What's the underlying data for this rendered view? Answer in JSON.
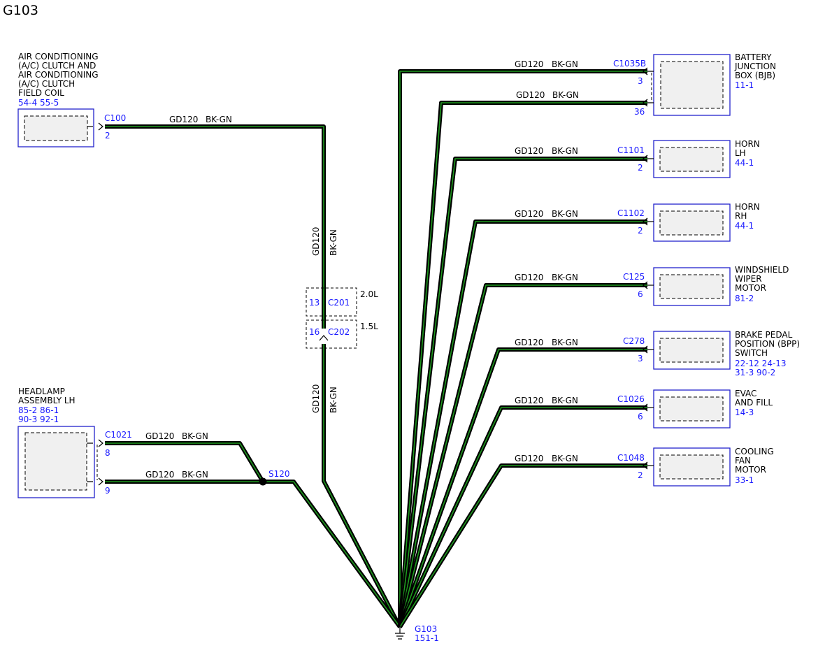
{
  "title": "G103",
  "wire": {
    "circuit": "GD120",
    "color": "BK-GN"
  },
  "ground": {
    "name": "G103",
    "page": "151-1"
  },
  "splice": {
    "name": "S120"
  },
  "inline_connectors": [
    {
      "pin": "13",
      "name": "C201",
      "engine": "2.0L"
    },
    {
      "pin": "16",
      "name": "C202",
      "engine": "1.5L"
    }
  ],
  "left_components": [
    {
      "id": "ac-clutch",
      "label_lines": [
        "AIR CONDITIONING",
        "(A/C) CLUTCH AND",
        "AIR CONDITIONING",
        "(A/C) CLUTCH",
        "FIELD COIL"
      ],
      "refs": "54-4  55-5",
      "connector": "C100",
      "pins": [
        "2"
      ]
    },
    {
      "id": "headlamp-lh",
      "label_lines": [
        "HEADLAMP",
        "ASSEMBLY LH"
      ],
      "refs_lines": [
        "85-2  86-1",
        "90-3  92-1"
      ],
      "connector": "C1021",
      "pins": [
        "8",
        "9"
      ]
    }
  ],
  "right_components": [
    {
      "id": "bjb",
      "label_lines": [
        "BATTERY",
        "JUNCTION",
        "BOX (BJB)"
      ],
      "refs_lines": [
        "11-1"
      ],
      "connector": "C1035B",
      "pins": [
        "3",
        "36"
      ]
    },
    {
      "id": "horn-lh",
      "label_lines": [
        "HORN",
        "LH"
      ],
      "refs_lines": [
        "44-1"
      ],
      "connector": "C1101",
      "pins": [
        "2"
      ]
    },
    {
      "id": "horn-rh",
      "label_lines": [
        "HORN",
        "RH"
      ],
      "refs_lines": [
        "44-1"
      ],
      "connector": "C1102",
      "pins": [
        "2"
      ]
    },
    {
      "id": "wiper-motor",
      "label_lines": [
        "WINDSHIELD",
        "WIPER",
        "MOTOR"
      ],
      "refs_lines": [
        "81-2"
      ],
      "connector": "C125",
      "pins": [
        "6"
      ]
    },
    {
      "id": "bpp-switch",
      "label_lines": [
        "BRAKE PEDAL",
        "POSITION (BPP)",
        "SWITCH"
      ],
      "refs_lines": [
        "22-12 24-13",
        "31-3   90-2"
      ],
      "connector": "C278",
      "pins": [
        "3"
      ]
    },
    {
      "id": "evac-fill",
      "label_lines": [
        "EVAC",
        "AND FILL"
      ],
      "refs_lines": [
        "14-3"
      ],
      "connector": "C1026",
      "pins": [
        "6"
      ]
    },
    {
      "id": "cooling-fan",
      "label_lines": [
        "COOLING",
        "FAN",
        "MOTOR"
      ],
      "refs_lines": [
        "33-1"
      ],
      "connector": "C1048",
      "pins": [
        "2"
      ]
    }
  ]
}
